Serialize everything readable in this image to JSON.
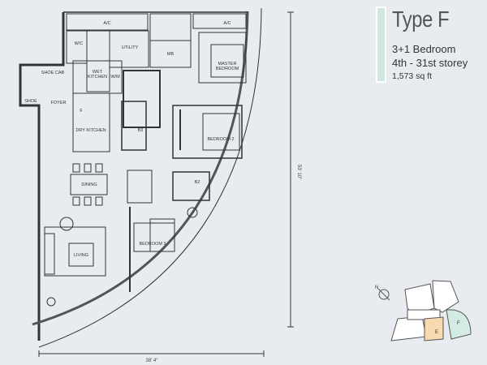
{
  "unit_info": {
    "type_title": "Type F",
    "bedrooms": "3+1 Bedroom",
    "storeys": "4th - 31st storey",
    "area": "1,573 sq ft",
    "accent_color": "#cfe8e0"
  },
  "rooms": {
    "ac_left": "A/C",
    "ac_right": "A/C",
    "wc": "W/C",
    "utility": "UTILITY",
    "mb": "MB",
    "master_bedroom_1": "MASTER",
    "master_bedroom_2": "BEDROOM",
    "wet_kitchen_1": "WET",
    "wet_kitchen_2": "KITCHEN",
    "wm": "W/M",
    "shoe_cabinet": "SHOE CAB",
    "shoe": "SHOE",
    "foyer": "FOYER",
    "fridge": "F",
    "dry_kitchen": "DRY KITCHEN",
    "b3": "B3",
    "bedroom_2": "BEDROOM 2",
    "dining": "DINING",
    "b2": "B2",
    "bedroom_3": "BEDROOM 3",
    "living": "LIVING"
  },
  "dimensions": {
    "width": "38' 4\"",
    "depth": "53' 10\""
  },
  "key_plan": {
    "north_label": "N",
    "unit_e": "E",
    "unit_f": "F",
    "unit_e_color": "#f8d9b0",
    "unit_f_color": "#d3ebe3"
  }
}
